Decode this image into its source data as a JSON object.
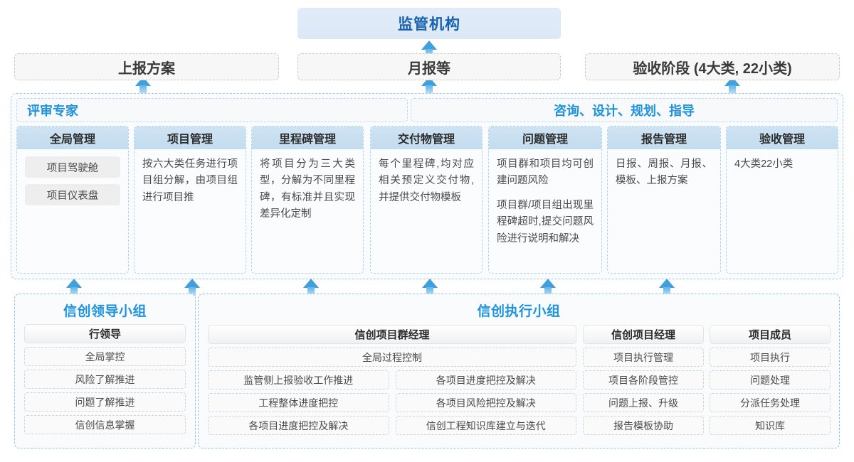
{
  "top": {
    "regulator": {
      "label": "监管机构"
    },
    "channels": [
      {
        "label": "上报方案"
      },
      {
        "label": "月报等"
      },
      {
        "label": "验收阶段 (4大类, 22小类)"
      }
    ]
  },
  "middle": {
    "left_label": "评审专家",
    "right_label": "咨询、设计、规划、指导",
    "columns": [
      {
        "header": "全局管理",
        "pills": [
          "项目驾驶舱",
          "项目仪表盘"
        ],
        "paragraphs": []
      },
      {
        "header": "项目管理",
        "pills": [],
        "paragraphs": [
          "按六大类任务进行项目组分解，由项目组进行项目推"
        ]
      },
      {
        "header": "里程碑管理",
        "pills": [],
        "paragraphs": [
          "将项目分为三大类型，分解为不同里程碑，有标准并且实现差异化定制"
        ]
      },
      {
        "header": "交付物管理",
        "pills": [],
        "paragraphs": [
          "每个里程碑,均对应相关预定义交付物,并提供交付物模板"
        ]
      },
      {
        "header": "问题管理",
        "pills": [],
        "paragraphs": [
          "项目群和项目均可创建问题风险",
          "项目群/项目组出现里程碑超时,提交问题风险进行说明和解决"
        ]
      },
      {
        "header": "报告管理",
        "pills": [],
        "paragraphs": [
          "日报、周报、月报、模板、上报方案"
        ]
      },
      {
        "header": "验收管理",
        "pills": [],
        "paragraphs": [
          "4大类22小类"
        ]
      }
    ]
  },
  "bottom": {
    "leading_group": {
      "title": "信创领导小组",
      "role": "行领导",
      "tasks": [
        "全局掌控",
        "风险了解推进",
        "问题了解推进",
        "信创信息掌握"
      ]
    },
    "exec_group": {
      "title": "信创执行小组",
      "program_manager": {
        "role": "信创项目群经理",
        "full_width_task": "全局过程控制",
        "left_tasks": [
          "监管侧上报验收工作推进",
          "工程整体进度把控",
          "各项目进度把控及解决"
        ],
        "right_tasks": [
          "各项目进度把控及解决",
          "各项目风险把控及解决",
          "信创工程知识库建立与迭代"
        ]
      },
      "project_manager": {
        "role": "信创项目经理",
        "tasks": [
          "项目执行管理",
          "项目各阶段管控",
          "问题上报、升级",
          "报告模板协助"
        ]
      },
      "member": {
        "role": "项目成员",
        "tasks": [
          "项目执行",
          "问题处理",
          "分派任务处理",
          "知识库"
        ]
      }
    }
  },
  "colors": {
    "accent_blue": "#1e93e0",
    "title_blue": "#1763b0",
    "arrow_blue": "#3fa0dd",
    "header_fill": "#c6ddef"
  }
}
